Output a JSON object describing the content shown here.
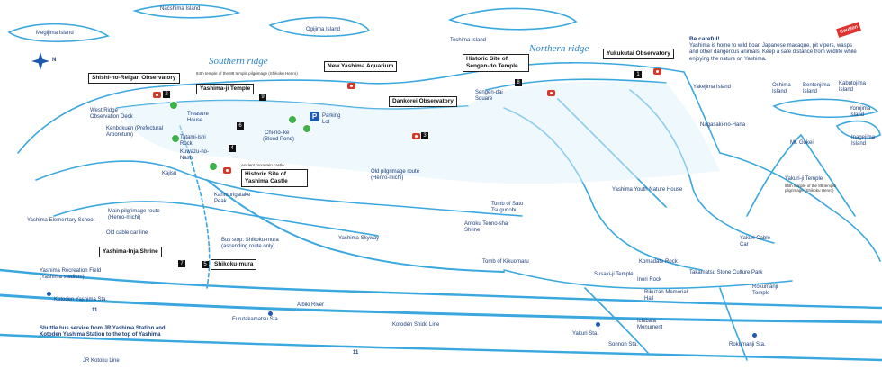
{
  "labels": {
    "nacshima": "Nacshima Island",
    "megijima": "Megijima Island",
    "ogijima": "Ogijima Island",
    "teshima": "Teshima Island",
    "southern_ridge": "Southern ridge",
    "northern_ridge": "Northern ridge",
    "west_ridge": "West Ridge Observation Deck",
    "treasure_house": "Treasure House",
    "parking": "Parking Lot",
    "chi_no_ike": "Chi-no-ike",
    "chi_no_ike_sub": "(Blood Pond)",
    "kenbokuen": "Kenbokuen (Prefectural Arboretum)",
    "tatami_ishi": "Tatami-ishi Rock",
    "kuwazu": "Kuwazu-no-Nashi",
    "kajisu": "Kajisu",
    "kanmurigatake": "Kanmurigatake Peak",
    "old_route": "Old pilgrimage route (Henro-michi)",
    "main_route": "Main pilgrimage route (Henro-michi)",
    "old_cable": "Old cable car line",
    "elementary": "Yashima Elementary School",
    "skyway": "Yashima Skyway",
    "bus_stop": "Bus stop: Shikoku-mura (ascending route only)",
    "tomb_sato": "Tomb of Sato Tsugunobu",
    "antoku": "Antoku Tenno-sha Shrine",
    "tomb_kikuomaru": "Tomb of Kikuomaru",
    "youth_house": "Yashima Youth Nature House",
    "sengen_square": "Sengen-dai Square",
    "yakejima": "Yakejima Island",
    "oshima": "Oshima Island",
    "benten": "Bentenjima Island",
    "kabutojima": "Kabutojima Island",
    "yorojima": "Yorojima Island",
    "inagejima": "Inagejima Island",
    "nagasaki": "Nagasaki-no-Hana",
    "mt_gokei": "Mt. Gokei",
    "yakuri": "Yakuri-ji Temple",
    "yakuri_sub": "85th temple of the 88 temple pilgrimage (Shikoku Henro)",
    "yakuri_cable": "Yakuri Cable Car",
    "komadate": "Komadate Rock",
    "susaki": "Susaki-ji Temple",
    "inori": "Inori Rock",
    "rikuzan": "Rikuzan Memorial Hall",
    "takamatsu_park": "Takamatsu Stone Culture Park",
    "rokumanji": "Rokumanji Temple",
    "ichibata": "Ichibata Monument",
    "yashima_recreation": "Yashima Recreation Field (Yashima stadium)",
    "kotoden_yashima": "Kotoden Yashima Sta.",
    "aibiki": "Aibiki River",
    "furutakamatsu": "Furutakamatsu Sta.",
    "kotoden_shido": "Kotoden Shido Line",
    "jr_kotoku": "JR Kotoku Line",
    "yakuri_sta": "Yakuri Sta.",
    "sonnon_sta": "Sonnon Sta.",
    "rokumanji_sta": "Rokumanji Sta.",
    "shuttle": "Shuttle bus service from JR Yashima Station and Kotoden Yashima Station to the top of Yashima",
    "route_11a": "11",
    "route_11b": "11"
  },
  "boxes": {
    "shishi": "Shishi-no-Reigan Observatory",
    "yashimaji": "Yashima-ji Temple",
    "yashimaji_sub": "84th temple of the 88 temple pilgrimage (Shikoku Henro)",
    "aquarium": "New Yashima Aquarium",
    "dankorei": "Dankorei Observatory",
    "sengendo": "Historic Site of Sengen-do Temple",
    "yukukutai": "Yukukutai Observatory",
    "castle": "Historic Site of Yashima Castle",
    "castle_sub": "Ancient mountain castle",
    "inja": "Yashima-Inja Shrine",
    "shikokumura": "Shikoku-mura"
  },
  "numbers": {
    "n1": "1",
    "n2": "2",
    "n3": "3",
    "n4": "4",
    "n5": "5",
    "n6": "6",
    "n7": "7",
    "n8": "8",
    "n9": "9"
  },
  "parking_icon": "P",
  "notice": {
    "title": "Be careful!",
    "body": "Yashima is home to wild boar, Japanese macaque, pit vipers, wasps and other dangerous animals. Keep a safe distance from wildlife while enjoying the nature on Yashima.",
    "badge": "Caution"
  },
  "compass": "N",
  "colors": {
    "line": "#3aa8de",
    "sea": "#ffffff",
    "text": "#1d3f7a",
    "accent": "#d23a2a",
    "green": "#3bb24a"
  }
}
